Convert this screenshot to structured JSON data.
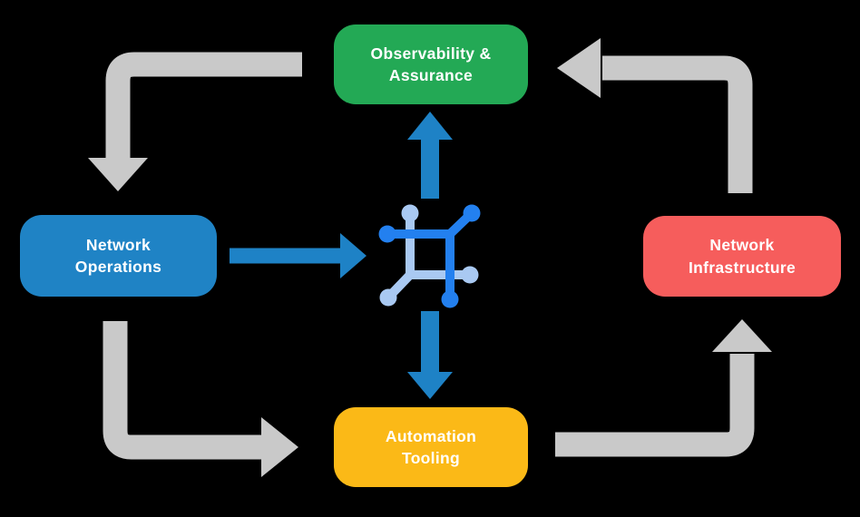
{
  "diagram": {
    "background_color": "#000000",
    "colors": {
      "observability_green": "#23a955",
      "operations_blue": "#1f83c5",
      "infrastructure_red": "#f65d5c",
      "automation_yellow": "#fbb917",
      "flow_arrow_blue": "#1e82c6",
      "cycle_arrow_gray": "#c9c9c9",
      "icon_dark_blue": "#2380ef",
      "icon_light_blue": "#a9c9f2",
      "label_text": "#ffffff"
    },
    "nodes": [
      {
        "id": "observability-assurance",
        "label_line1": "Observability &",
        "label_line2": "Assurance",
        "color": "#23a955",
        "position": "top"
      },
      {
        "id": "network-operations",
        "label_line1": "Network",
        "label_line2": "Operations",
        "color": "#1f83c5",
        "position": "left"
      },
      {
        "id": "network-infrastructure",
        "label_line1": "Network",
        "label_line2": "Infrastructure",
        "color": "#f65d5c",
        "position": "right"
      },
      {
        "id": "automation-tooling",
        "label_line1": "Automation",
        "label_line2": "Tooling",
        "color": "#fbb917",
        "position": "bottom"
      }
    ],
    "center_icon": {
      "name": "network-fabric-icon"
    },
    "arrows": [
      {
        "type": "cycle",
        "from": "observability-assurance",
        "to": "network-operations",
        "color": "#c9c9c9"
      },
      {
        "type": "cycle",
        "from": "network-operations",
        "to": "automation-tooling",
        "color": "#c9c9c9"
      },
      {
        "type": "cycle",
        "from": "automation-tooling",
        "to": "network-infrastructure",
        "color": "#c9c9c9"
      },
      {
        "type": "cycle",
        "from": "network-infrastructure",
        "to": "observability-assurance",
        "color": "#c9c9c9"
      },
      {
        "type": "flow",
        "from": "network-operations",
        "to": "center-icon",
        "color": "#1e82c6"
      },
      {
        "type": "flow",
        "from": "center-icon",
        "to": "observability-assurance",
        "color": "#1e82c6"
      },
      {
        "type": "flow",
        "from": "center-icon",
        "to": "automation-tooling",
        "color": "#1e82c6"
      }
    ]
  }
}
